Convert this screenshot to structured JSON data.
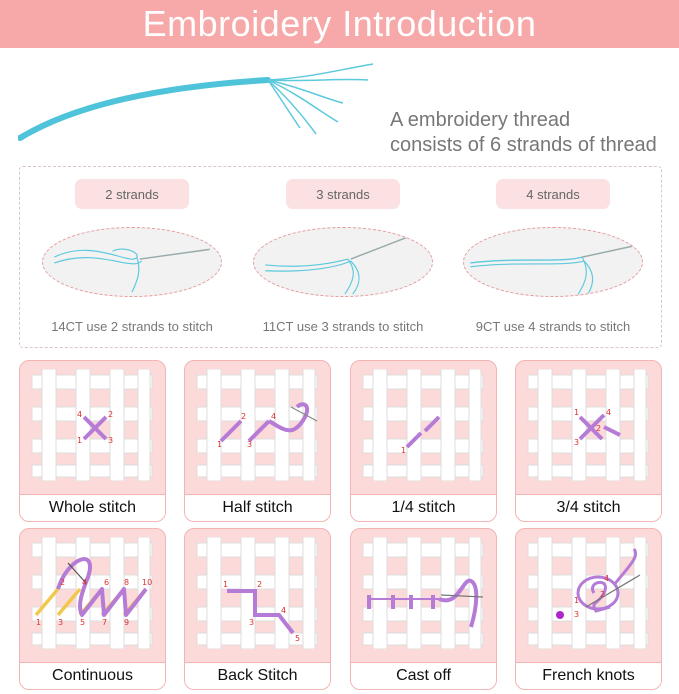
{
  "header": {
    "title": "Embroidery Introduction"
  },
  "thread": {
    "caption_line1": "A embroidery thread",
    "caption_line2": "consists of 6 strands of thread"
  },
  "strands": [
    {
      "pill": "2 strands",
      "note": "14CT use 2 strands to stitch"
    },
    {
      "pill": "3 strands",
      "note": "11CT use 3 strands to stitch"
    },
    {
      "pill": "4 strands",
      "note": "9CT use 4 strands to stitch"
    }
  ],
  "stitches": [
    {
      "label": "Whole stitch",
      "marks": [
        "4",
        "2",
        "1",
        "3"
      ]
    },
    {
      "label": "Half stitch",
      "marks": [
        "1",
        "2",
        "3",
        "4"
      ]
    },
    {
      "label": "1/4 stitch",
      "marks": [
        "1"
      ]
    },
    {
      "label": "3/4 stitch",
      "marks": [
        "1",
        "4",
        "2",
        "3"
      ]
    },
    {
      "label": "Continuous",
      "marks": [
        "2",
        "4",
        "6",
        "8",
        "10",
        "1",
        "3",
        "5",
        "7",
        "9"
      ]
    },
    {
      "label": "Back Stitch",
      "marks": [
        "1",
        "2",
        "3",
        "4",
        "5"
      ]
    },
    {
      "label": "Cast off",
      "marks": []
    },
    {
      "label": "French knots",
      "marks": [
        "1",
        "2",
        "3",
        "4"
      ]
    }
  ],
  "colors": {
    "banner": "#f6a9a8",
    "thread": "#4fc3d9",
    "stitch": "#b57bd6",
    "mark": "#e03030",
    "card": "#fcdada"
  }
}
